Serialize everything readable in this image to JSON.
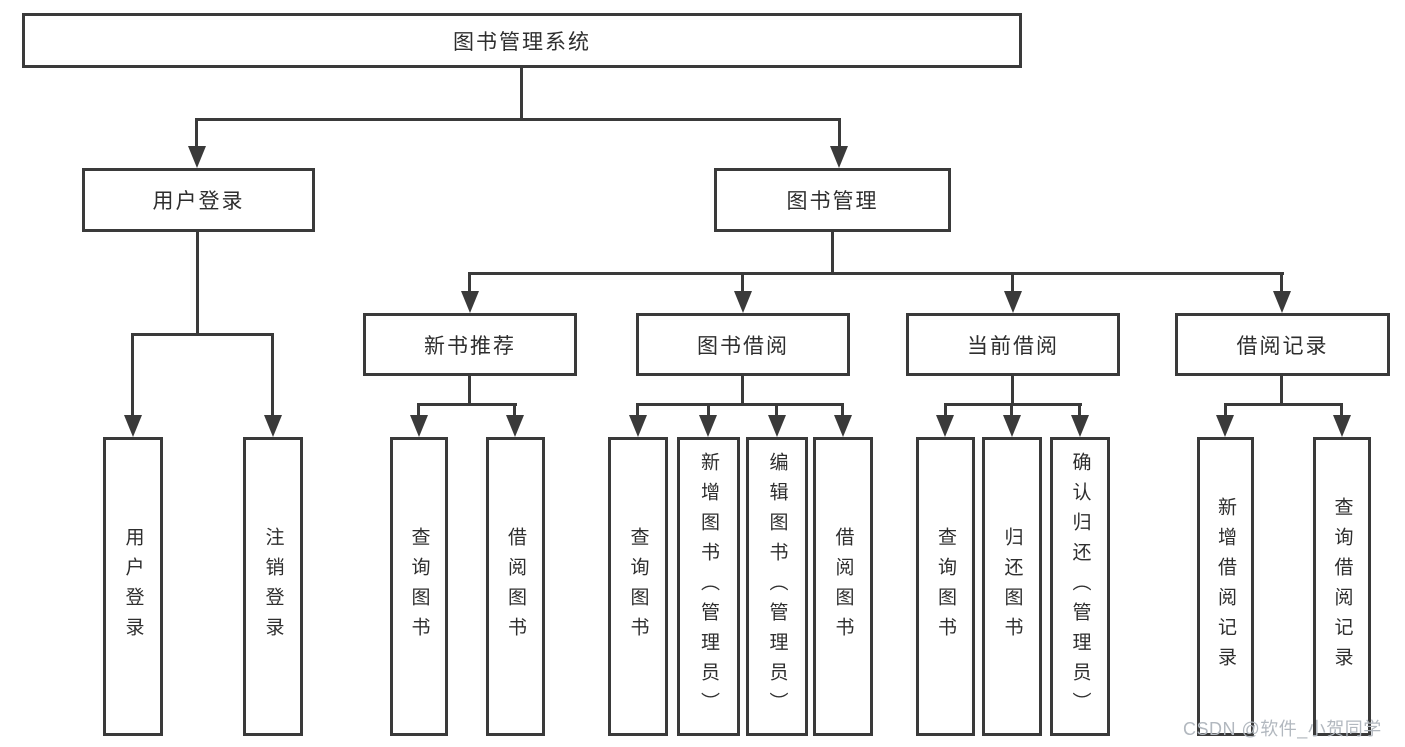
{
  "diagram": {
    "root": {
      "label": "图书管理系统"
    },
    "level2": [
      {
        "id": "user-login",
        "label": "用户登录",
        "parent": "root"
      },
      {
        "id": "book-management",
        "label": "图书管理",
        "parent": "root"
      }
    ],
    "level3": [
      {
        "id": "new-book-recommend",
        "label": "新书推荐",
        "parent": "book-management"
      },
      {
        "id": "book-borrow",
        "label": "图书借阅",
        "parent": "book-management"
      },
      {
        "id": "current-borrow",
        "label": "当前借阅",
        "parent": "book-management"
      },
      {
        "id": "borrow-records",
        "label": "借阅记录",
        "parent": "book-management"
      }
    ],
    "leaves": [
      {
        "label": "用户登录",
        "parent": "user-login"
      },
      {
        "label": "注销登录",
        "parent": "user-login"
      },
      {
        "label": "查询图书",
        "parent": "new-book-recommend"
      },
      {
        "label": "借阅图书",
        "parent": "new-book-recommend"
      },
      {
        "label": "查询图书",
        "parent": "book-borrow"
      },
      {
        "label": "新增图书（管理员）",
        "parent": "book-borrow"
      },
      {
        "label": "编辑图书（管理员）",
        "parent": "book-borrow"
      },
      {
        "label": "借阅图书",
        "parent": "book-borrow"
      },
      {
        "label": "查询图书",
        "parent": "current-borrow"
      },
      {
        "label": "归还图书",
        "parent": "current-borrow"
      },
      {
        "label": "确认归还（管理员）",
        "parent": "current-borrow"
      },
      {
        "label": "新增借阅记录",
        "parent": "borrow-records"
      },
      {
        "label": "查询借阅记录",
        "parent": "borrow-records"
      }
    ],
    "colors": {
      "line": "#3a3a3a",
      "text": "#2e2e2e",
      "background": "#ffffff",
      "watermark": "#b2b8bf"
    }
  },
  "watermark": {
    "text": "CSDN @软件_小贺同学"
  }
}
